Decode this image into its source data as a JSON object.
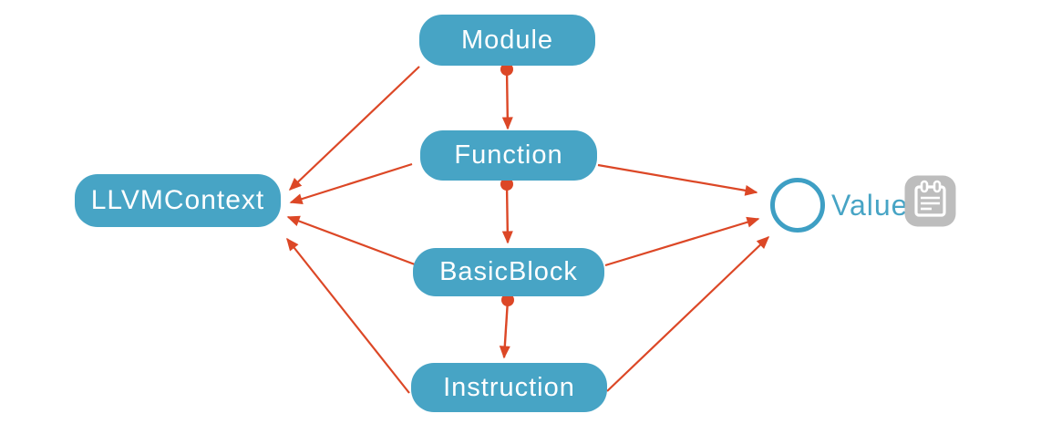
{
  "diagram": {
    "nodes": {
      "module": {
        "label": "Module",
        "shape": "rounded-box"
      },
      "function": {
        "label": "Function",
        "shape": "rounded-box"
      },
      "llvmcontext": {
        "label": "LLVMContext",
        "shape": "rounded-box"
      },
      "basicblock": {
        "label": "BasicBlock",
        "shape": "rounded-box"
      },
      "instruction": {
        "label": "Instruction",
        "shape": "rounded-box"
      },
      "value": {
        "label": "Value",
        "shape": "circle-outline",
        "icon": "notepad-icon"
      }
    },
    "edges": [
      {
        "from": "Module",
        "to": "Function",
        "style": "arrow-with-origin-dot"
      },
      {
        "from": "Module",
        "to": "LLVMContext",
        "style": "arrow"
      },
      {
        "from": "Function",
        "to": "LLVMContext",
        "style": "arrow"
      },
      {
        "from": "Function",
        "to": "BasicBlock",
        "style": "arrow-with-origin-dot"
      },
      {
        "from": "Function",
        "to": "Value",
        "style": "arrow"
      },
      {
        "from": "BasicBlock",
        "to": "LLVMContext",
        "style": "arrow"
      },
      {
        "from": "BasicBlock",
        "to": "Instruction",
        "style": "arrow-with-origin-dot"
      },
      {
        "from": "BasicBlock",
        "to": "Value",
        "style": "arrow"
      },
      {
        "from": "Instruction",
        "to": "LLVMContext",
        "style": "arrow"
      },
      {
        "from": "Instruction",
        "to": "Value",
        "style": "arrow"
      }
    ],
    "colors": {
      "node_fill": "#47a4c5",
      "node_text": "#ffffff",
      "arrow": "#dc4726",
      "value_circle_outline": "#3e9fc4",
      "value_text": "#47a4c5",
      "icon_background": "#bdbdbd",
      "icon_foreground": "#ffffff",
      "background": "#ffffff"
    }
  }
}
